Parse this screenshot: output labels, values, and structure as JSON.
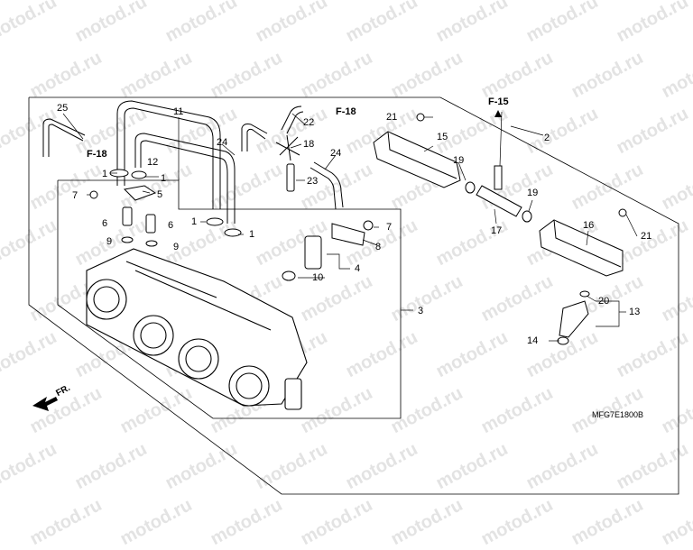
{
  "watermark": "motod.ru",
  "diagram_code": "MFG7E1800B",
  "front_indicator": "FR.",
  "references": {
    "f18_left": "F-18",
    "f18_right": "F-18",
    "f15": "F-15"
  },
  "callouts": {
    "n1a": "1",
    "n1b": "1",
    "n1c": "1",
    "n1d": "1",
    "n2": "2",
    "n3": "3",
    "n4": "4",
    "n5": "5",
    "n6a": "6",
    "n6b": "6",
    "n7a": "7",
    "n7b": "7",
    "n8": "8",
    "n9a": "9",
    "n9b": "9",
    "n10": "10",
    "n11": "11",
    "n12": "12",
    "n13": "13",
    "n14": "14",
    "n15": "15",
    "n16": "16",
    "n17": "17",
    "n18": "18",
    "n19a": "19",
    "n19b": "19",
    "n20": "20",
    "n21a": "21",
    "n21b": "21",
    "n22": "22",
    "n23": "23",
    "n24a": "24",
    "n24b": "24",
    "n25": "25"
  }
}
